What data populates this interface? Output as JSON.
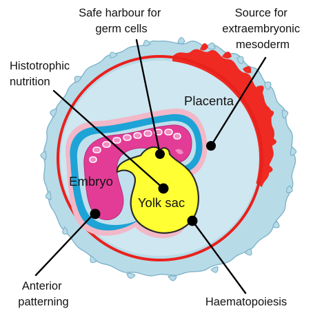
{
  "labels": {
    "safe_harbour": [
      "Safe harbour for",
      "germ cells"
    ],
    "source_mesoderm": [
      "Source for",
      "extraembryonic",
      "mesoderm"
    ],
    "histotrophic": [
      "Histotrophic",
      "nutrition"
    ],
    "placenta": "Placenta",
    "embryo": "Embryo",
    "yolk_sac": "Yolk sac",
    "anterior": [
      "Anterior",
      "patterning"
    ],
    "haematopoiesis": "Haematopoiesis"
  },
  "colors": {
    "outer_tissue": "#b8dbe8",
    "outer_tissue_edge": "#8fc1d6",
    "membrane": "#e8211c",
    "placenta_fill": "#ee2a22",
    "cavity": "#cfe7f0",
    "chorion_blue": "#1ea3d6",
    "embryo_pink": "#e23c96",
    "embryo_inner": "#f08bc3",
    "yolk_sac": "#ffff33",
    "pink_rim": "#f2b8c8"
  }
}
